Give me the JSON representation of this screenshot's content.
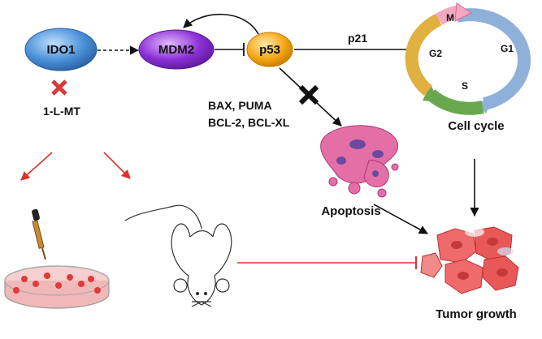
{
  "nodes": {
    "ido1": "IDO1",
    "mdm2": "MDM2",
    "p53": "p53",
    "inhibitor": "1-L-MT"
  },
  "labels": {
    "p21": "p21",
    "bax_puma": "BAX, PUMA",
    "bcl": "BCL-2, BCL-XL",
    "apoptosis": "Apoptosis",
    "cell_cycle": "Cell cycle",
    "tumor_growth": "Tumor growth"
  },
  "cell_cycle_phases": [
    "M",
    "G1",
    "S",
    "G2"
  ],
  "colors": {
    "ido1": "#4a90d9",
    "mdm2": "#8b2fd6",
    "p53": "#f5a91a",
    "inhibit_x": "#d63b3b",
    "red_arrows": "#e0302a",
    "phase_m": "#f4a7c0",
    "phase_g1": "#8fb0d8",
    "phase_s": "#6aa84f",
    "phase_g2": "#e0b040"
  }
}
